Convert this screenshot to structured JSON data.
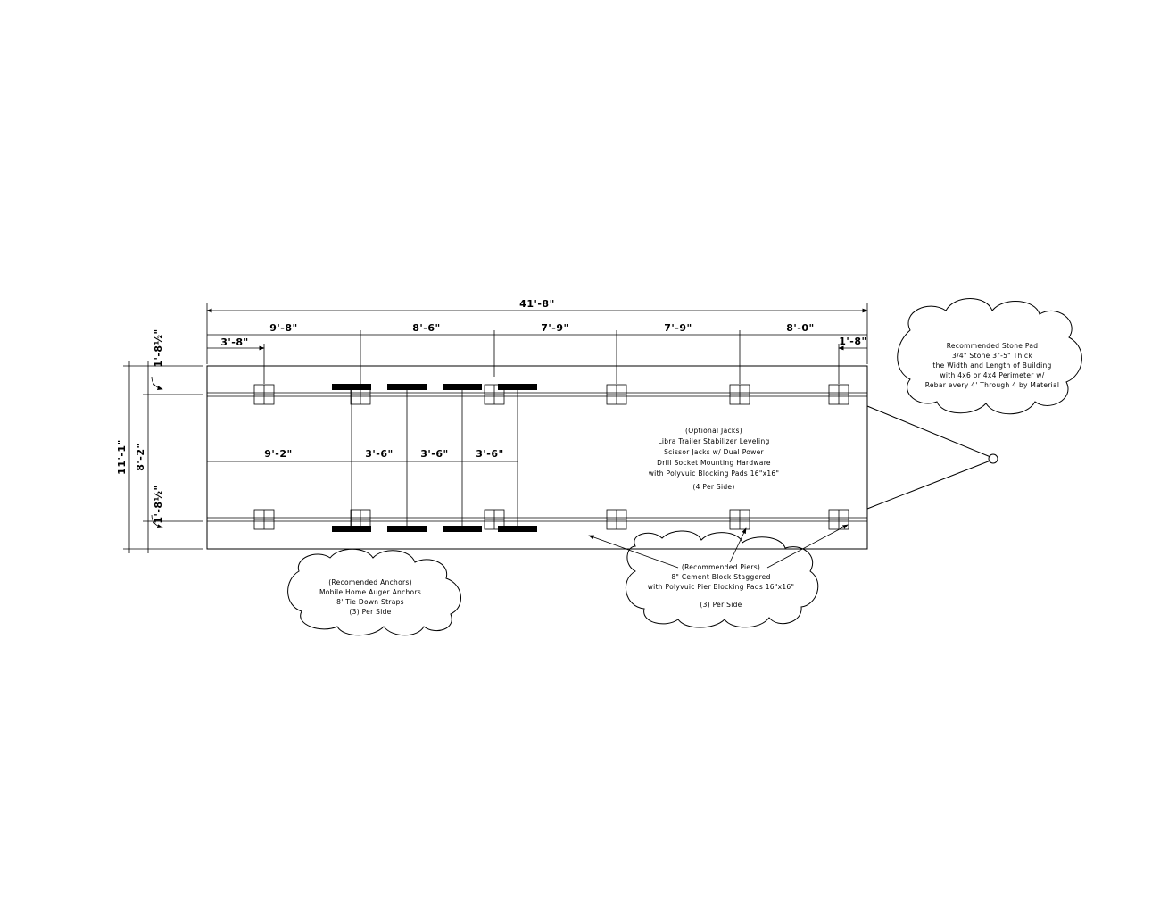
{
  "dimensions": {
    "overall": "41'-8\"",
    "top_row": [
      "9'-8\"",
      "8'-6\"",
      "7'-9\"",
      "7'-9\"",
      "8'-0\""
    ],
    "left_offset": "3'-8\"",
    "right_offset": "1'-8\"",
    "mid_row": [
      "9'-2\"",
      "3'-6\"",
      "3'-6\"",
      "3'-6\""
    ],
    "overall_height": "11'-1\"",
    "body_width": "8'-2\"",
    "top_overhang": "1'-8½\"",
    "bottom_overhang": "1'-8½\""
  },
  "notes": {
    "jacks": [
      "(Optional Jacks)",
      "Libra Trailer Stabilizer Leveling",
      "Scissor Jacks w/ Dual Power",
      "Drill Socket Mounting Hardware",
      "with Polyvuic Blocking Pads 16\"x16\"",
      "",
      "(4 Per Side)"
    ],
    "stone_pad": [
      "Recommended Stone Pad",
      "3/4\" Stone 3\"-5\" Thick",
      "the Width and Length of Building",
      "with 4x6 or 4x4 Perimeter w/",
      "Rebar every 4' Through 4 by Material"
    ],
    "anchors": [
      "(Recomended Anchors)",
      "Mobile Home Auger Anchors",
      "8' Tie Down Straps",
      "(3) Per Side"
    ],
    "piers": [
      "(Recommended Piers)",
      "8\" Cement Block Staggered",
      "with Polyvuic Pier Blocking Pads 16\"x16\"",
      "",
      "(3) Per Side"
    ]
  }
}
